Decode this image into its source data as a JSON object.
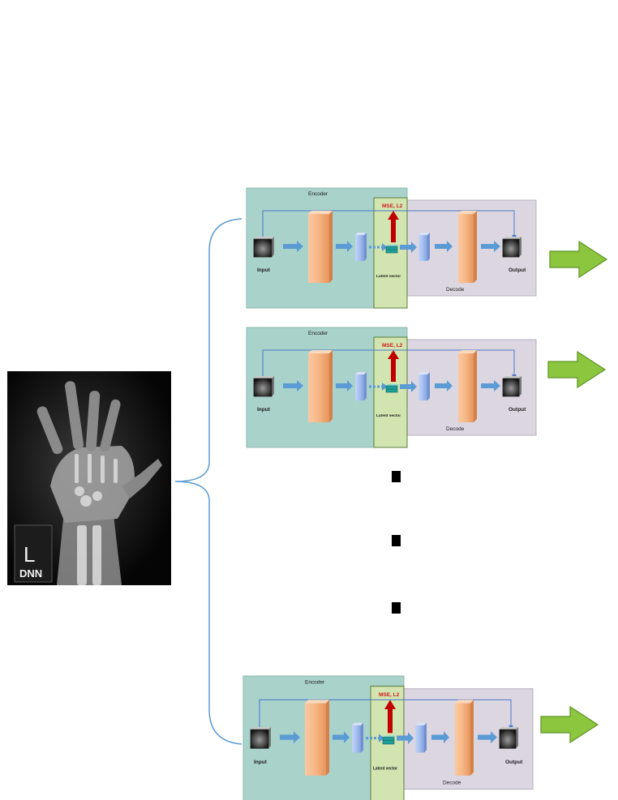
{
  "xray": {
    "side_marker": "L",
    "tag_text": "DNN"
  },
  "autoencoder": {
    "encoder_label": "Encoder",
    "decoder_label": "Decode",
    "input_label": "Input",
    "output_label": "Output",
    "latent_label": "Latent vector",
    "loss_label": "MSE, L2"
  },
  "ellipsis": {
    "count": 3
  },
  "colors": {
    "encoder_bg": "#a9d2cb",
    "decoder_bg": "#dcd6e1",
    "latent_bg": "#d2e5b1",
    "dense_layer": "#f6b685",
    "small_layer": "#a6bff0",
    "flow_arrow": "#5b9bd5",
    "loss_arrow": "#c00000",
    "output_arrow": "#8cc63f",
    "bracket": "#5b9bd5"
  }
}
